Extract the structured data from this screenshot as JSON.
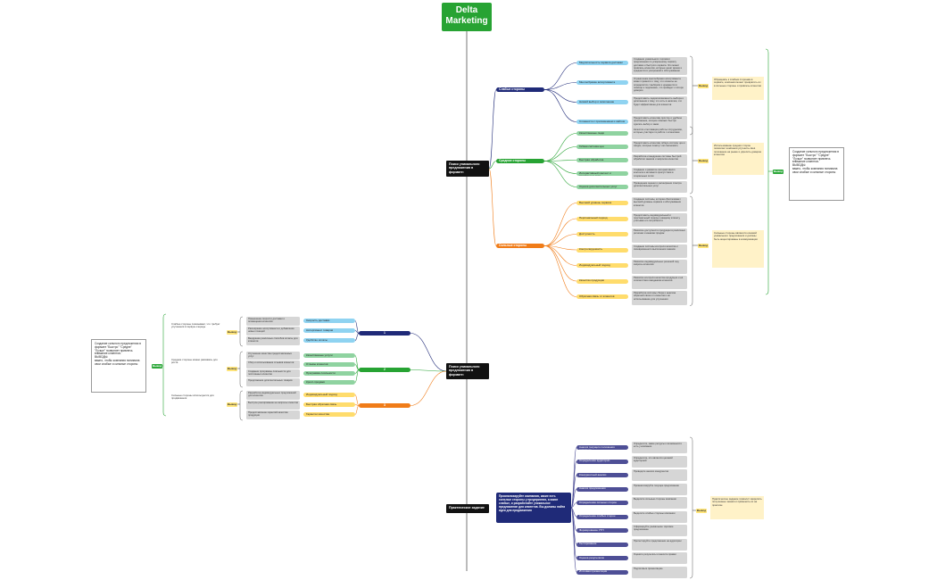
{
  "title": "Delta\nMarketing",
  "colors": {
    "green": "#27a333",
    "navy": "#1f2a78",
    "purple": "#4e4f96",
    "orange": "#f07c18",
    "lightblue": "#8fd3f1",
    "lightgreen": "#8fd3a0",
    "yellow": "#ffdc6c"
  },
  "hubs": {
    "usp1": "Поиск уникального предложения в формате:",
    "usp2": "Поиск уникального предложения в формате:",
    "practical": "Практическое задание"
  },
  "categories": {
    "weak": "Слабые стороны",
    "medium": "Средние стороны",
    "strong": "Сильные стороны"
  },
  "weak_items": [
    {
      "label": "Медлительность сервиса доставки",
      "desc": "Создание уникального торгового предложения по ускоренному сервису доставки и быстрого сервиса. Это может привлечь клиентов, которые ценят время и нуждаются в ускоренной и обслуживании"
    },
    {
      "label": "Многообразие ассортимента",
      "desc": "Ограничение многообразия ассортимента может привести к тому, что клиенты не определятся с выбором и нуждаются в помощи и подсказках, что приведет к потере доверия"
    },
    {
      "label": "Низкий выбор и заполнение",
      "desc": "Предоставить людям возможность выбора и дополнения к тому, что есть в наличии, что будет эффективнее для клиентов"
    },
    {
      "label": "Сложности с приложением и сайтом",
      "desc": "Предоставить клиентам простое и удобное приложение, которое поможет быстро сделать выбор и заказ"
    }
  ],
  "medium_items": [
    {
      "label": "Качественные люди",
      "desc": "Качество и мотивация работы сотрудников, которые участвуют в работе с клиентами"
    },
    {
      "label": "Гибкая система цен",
      "desc": "Предоставить клиентам гибкую систему цен и скидок, которые помогут им сэкономить"
    },
    {
      "label": "Быстрая обработка",
      "desc": "Разработка и внедрение системы быстрой обработки заказов и запросов клиентов"
    },
    {
      "label": "Интерактивный контент и социальные сети",
      "desc": "Создание и развитие интерактивного контента и активного присутствия в социальных сетях"
    },
    {
      "label": "Оценка дополнительных услуг",
      "desc": "Проведение оценки и расширение спектра дополнительных услуг"
    }
  ],
  "strong_items": [
    {
      "label": "Высокий уровень сервиса",
      "desc": "Создание системы, которая обеспечивает высокий уровень сервиса и обслуживания клиентов"
    },
    {
      "label": "Персональный подход",
      "desc": "Предоставить индивидуальный и персональный подход к каждому клиенту, учитывая его потребности"
    },
    {
      "label": "Доступность",
      "desc": "Развитие доступности продукции в различных регионах и каналах продаж"
    },
    {
      "label": "Контролируемость",
      "desc": "Создание системы контроля качества и своевременного выполнения заказов"
    },
    {
      "label": "Индивидуальный подход",
      "desc": "Развитие индивидуальных решений под запросы клиентов"
    },
    {
      "label": "Качество продукции",
      "desc": "Развитие контроля качества продукции и её соответствия ожиданиям клиентов"
    },
    {
      "label": "Обратная связь от клиентов",
      "desc": "Разработка системы сбора и анализа обратной связи от клиентов и её использование для улучшения"
    }
  ],
  "notes": {
    "weak": "Обращаясь к слабым сторонам в сервисе, компания может превратить их в сильные стороны и привлечь клиентов",
    "medium": "Использование средних сторон позволяет компании улучшить своё положение на рынке и укрепить доверие клиентов",
    "strong": "Сильные стороны являются основой уникального предложения и должны быть акцентированы в коммуникации"
  },
  "chip_label": "Вывод",
  "summary_right": "Создание сильного предложения в формате \"Быстро\" \"Средне\" \"Лучше\" позволяет привлечь внимание клиентов.\nВЫВОДЫ:\nважно, чтобы компания понимала свои слабые и сильные стороны",
  "usp2_bars": {
    "weak": "1",
    "medium": "2",
    "strong": "3"
  },
  "usp2_weak": [
    {
      "label": "Скорость доставки",
      "desc": "Повышение скорости доставки и оповещения клиентов"
    },
    {
      "label": "Ассортимент товаров",
      "desc": "Расширение ассортимента и добавление новых позиций"
    },
    {
      "label": "Удобство оплаты",
      "desc": "Внедрение различных способов оплаты для клиентов"
    }
  ],
  "usp2_medium": [
    {
      "label": "Качественные услуги",
      "desc": "Улучшение качества предоставляемых услуг"
    },
    {
      "label": "Отзывы клиентов",
      "desc": "Сбор и использование отзывов клиентов"
    },
    {
      "label": "Программа лояльности",
      "desc": "Создание программы лояльности для постоянных клиентов"
    },
    {
      "label": "Кросс-продажи",
      "desc": "Предложение дополнительных товаров"
    }
  ],
  "usp2_strong": [
    {
      "label": "Индивидуальный подход",
      "desc": "Разработка индивидуальных предложений для клиентов"
    },
    {
      "label": "Быстрая обратная связь",
      "desc": "Быстрое реагирование на запросы клиентов"
    },
    {
      "label": "Гарантии качества",
      "desc": "Предоставление гарантий качества продукции"
    }
  ],
  "usp2_notes": {
    "weak": "Слабые стороны показывают, что требует улучшения в первую очередь",
    "medium": "Средние стороны можно развивать для роста",
    "strong": "Сильные стороны используются для продвижения"
  },
  "summary_left": "Создание сильного предложения в формате \"Быстро\" \"Средне\" \"Лучше\" позволяет привлечь внимание клиентов.\nВЫВОДЫ:\nважно, чтобы компания понимала свои слабые и сильные стороны",
  "practical_desc": "Проанализируйте компанию, какие есть сильные стороны у предприятия, а какие слабые, и разработайте уникальное предложение для клиентов. Вы должны найти идеи для продвижения",
  "practical_items": [
    {
      "label": "Анализ текущего положения компании",
      "desc": "Определите, какие ресурсы и возможности есть у компании"
    },
    {
      "label": "Определение аудитории",
      "desc": "Определите, кто является целевой аудиторией"
    },
    {
      "label": "Конкурентный анализ",
      "desc": "Проведите анализ конкурентов"
    },
    {
      "label": "Анализ предложения",
      "desc": "Проанализируйте текущее предложение"
    },
    {
      "label": "Определение сильных сторон",
      "desc": "Выделите сильные стороны компании"
    },
    {
      "label": "Определение слабых сторон",
      "desc": "Выделите слабые стороны компании"
    },
    {
      "label": "Формирование УТП",
      "desc": "Сформируйте уникальное торговое предложение"
    },
    {
      "label": "Тестирование",
      "desc": "Протестируйте предложение на аудитории"
    },
    {
      "label": "Оценка результатов",
      "desc": "Оцените результаты и внесите правки"
    },
    {
      "label": "Итоговая презентация",
      "desc": "Подготовьте презентацию"
    }
  ],
  "practical_note": "Практическое задание позволит закрепить полученные знания и применить их на практике"
}
